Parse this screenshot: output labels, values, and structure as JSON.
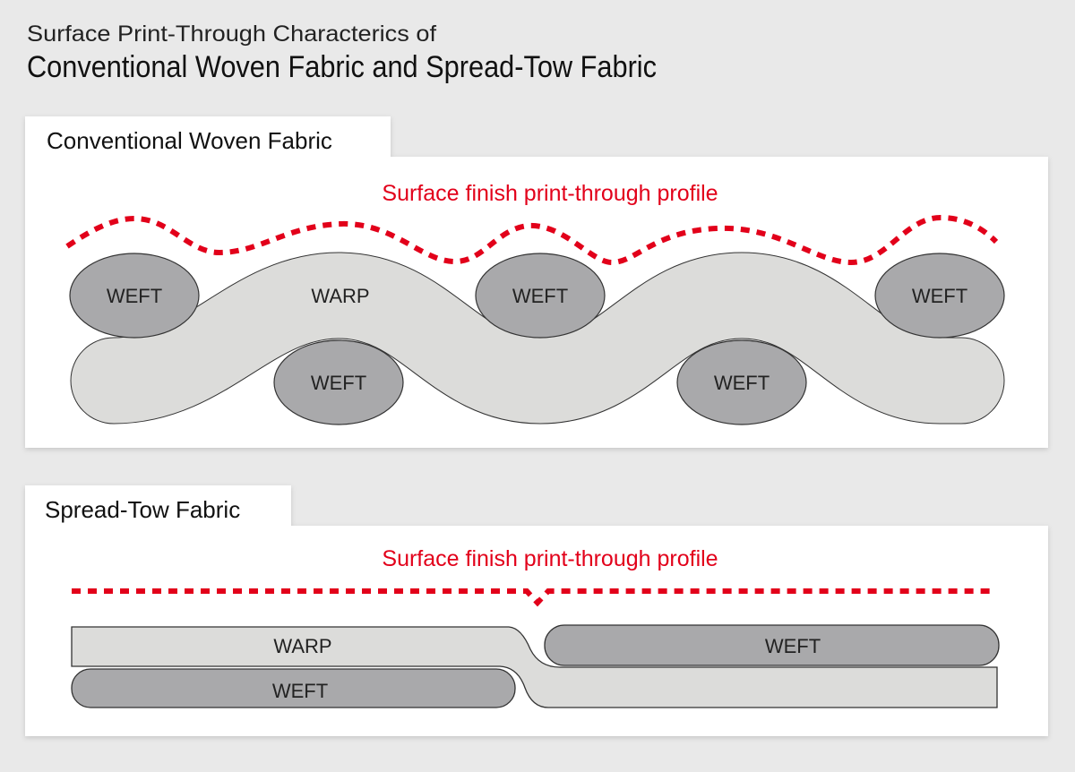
{
  "title": {
    "line1": "Surface Print-Through Characterics of",
    "line2": "Conventional Woven Fabric and Spread-Tow Fabric"
  },
  "colors": {
    "profile": "#e2001a",
    "weft": "#a9a9ab",
    "warp": "#dcdcda",
    "background": "#e9e9e9"
  },
  "panels": [
    {
      "tab": "Conventional Woven Fabric",
      "profile_label": "Surface finish print-through profile",
      "warp_label": "WARP",
      "weft_labels": [
        "WEFT",
        "WEFT",
        "WEFT",
        "WEFT",
        "WEFT"
      ]
    },
    {
      "tab": "Spread-Tow Fabric",
      "profile_label": "Surface finish print-through profile",
      "warp_label": "WARP",
      "weft_labels": [
        "WEFT",
        "WEFT"
      ]
    }
  ]
}
